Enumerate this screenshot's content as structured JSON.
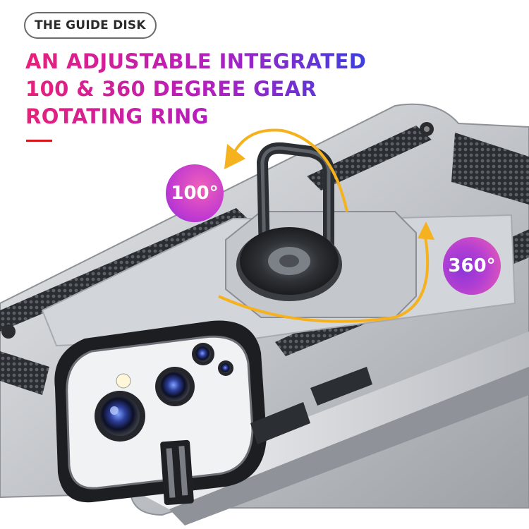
{
  "tag": {
    "label": "THE GUIDE DISK"
  },
  "headline": {
    "line1": "AN ADJUSTABLE INTEGRATED",
    "line2": "100 & 360 DEGREE GEAR",
    "line3": "ROTATING RING"
  },
  "badges": {
    "tilt": "100°",
    "rotate": "360°"
  },
  "colors": {
    "gradient_start": "#e8207a",
    "gradient_end": "#3b3fe0",
    "accent_line": "#d8161d",
    "case_silver": "#c9ccd0",
    "arrow": "#f5b21e"
  },
  "icons": [
    "ring-holder-icon",
    "rotation-arrow-icon",
    "camera-lens-icon"
  ]
}
